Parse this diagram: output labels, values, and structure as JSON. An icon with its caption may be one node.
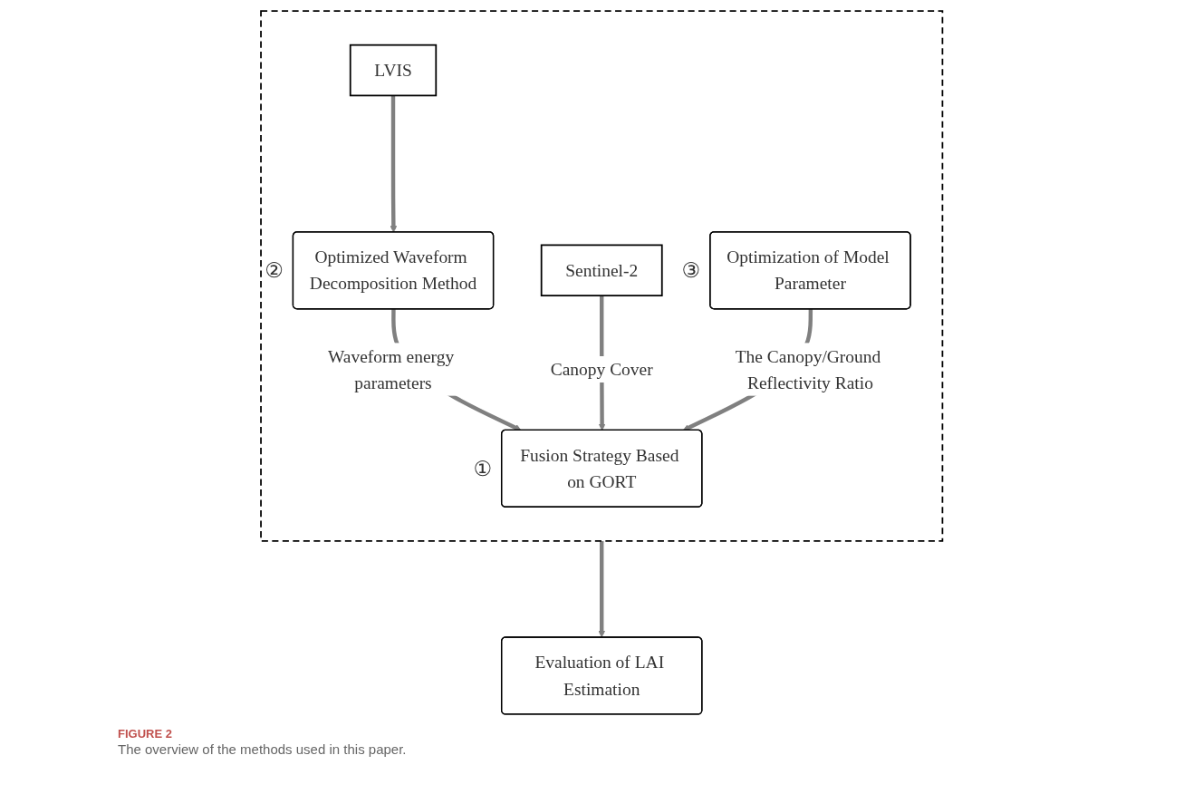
{
  "diagram": {
    "caption": "The overview of the methods used in this paper.",
    "nodes": [
      {
        "text": [],
        "shape": "box"
      },
      {
        "text": [
          "LVIS"
        ],
        "in": 0
      },
      {
        "text": [
          "Sentinel-2"
        ],
        "in": 0
      },
      {
        "text": [
          "Optimized Waveform Decomposition Method"
        ],
        "in": 0,
        "beside": [
          "②"
        ]
      },
      {
        "text": [
          "Fusion Strategy Based on GORT"
        ],
        "in": 0,
        "beside": [
          "①"
        ]
      },
      {
        "text": [
          "Optimization of Model Parameter"
        ],
        "in": 0,
        "beside": [
          "③"
        ]
      },
      {
        "text": [
          "Evaluation of LAI Estimation"
        ]
      }
    ],
    "edges": [
      {
        "from": 1,
        "to": 3,
        "arrow": "to"
      },
      {
        "from": 3,
        "to": 4,
        "arrow": "to",
        "label": "Waveform energy parameters"
      },
      {
        "from": 2,
        "to": 4,
        "arrow": "to",
        "label": "Canopy Cover"
      },
      {
        "from": 5,
        "to": 4,
        "arrow": "to",
        "label": "The Canopy/Ground Reflectivity Ratio"
      },
      {
        "from": 0,
        "to": 6,
        "arrow": "to"
      }
    ],
    "labels": [
      "FIGURE 2"
    ]
  }
}
